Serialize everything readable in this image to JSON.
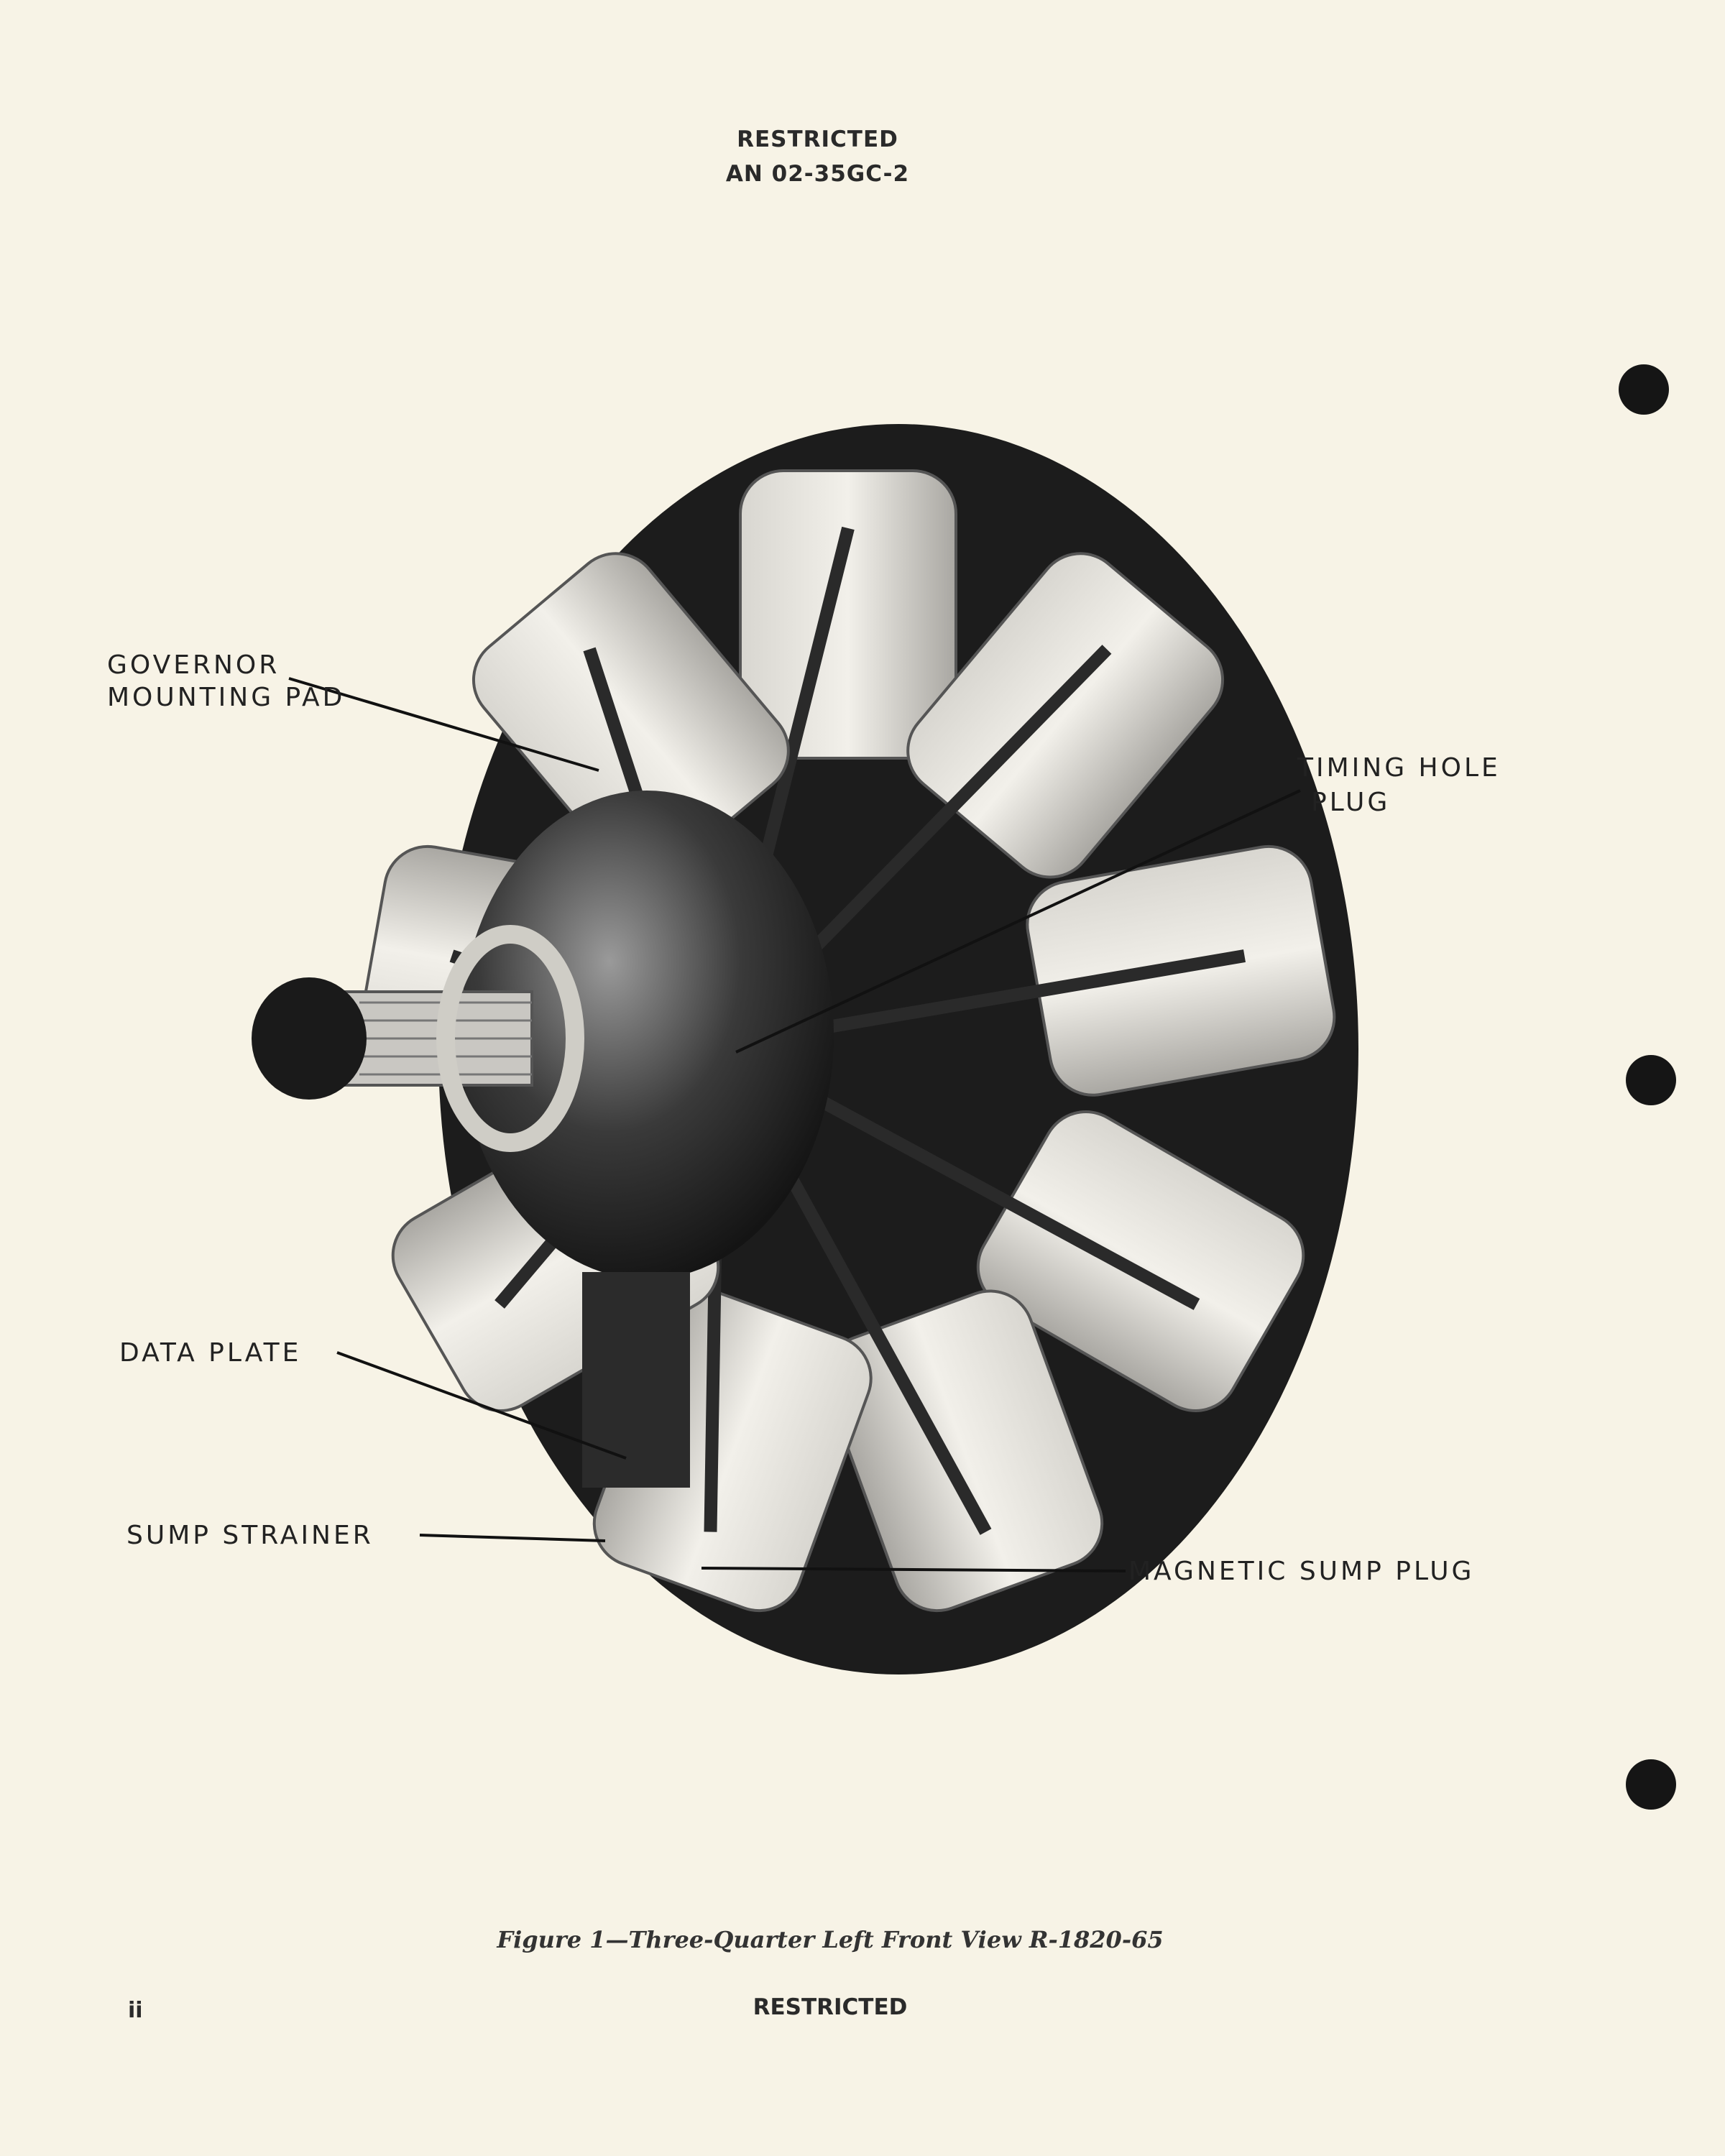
{
  "header": {
    "classification": "RESTRICTED",
    "doc_number": "AN 02-35GC-2"
  },
  "figure": {
    "callouts": {
      "governor_line1": "GOVERNOR",
      "governor_line2": "MOUNTING PAD",
      "timing_line1": "TIMING HOLE",
      "timing_line2": "PLUG",
      "data_plate": "DATA PLATE",
      "sump_strainer": "SUMP STRAINER",
      "magnetic_sump_plug": "MAGNETIC SUMP PLUG"
    },
    "caption": "Figure 1—Three-Quarter Left Front View R-1820-65"
  },
  "footer": {
    "page_number": "ii",
    "classification": "RESTRICTED"
  }
}
